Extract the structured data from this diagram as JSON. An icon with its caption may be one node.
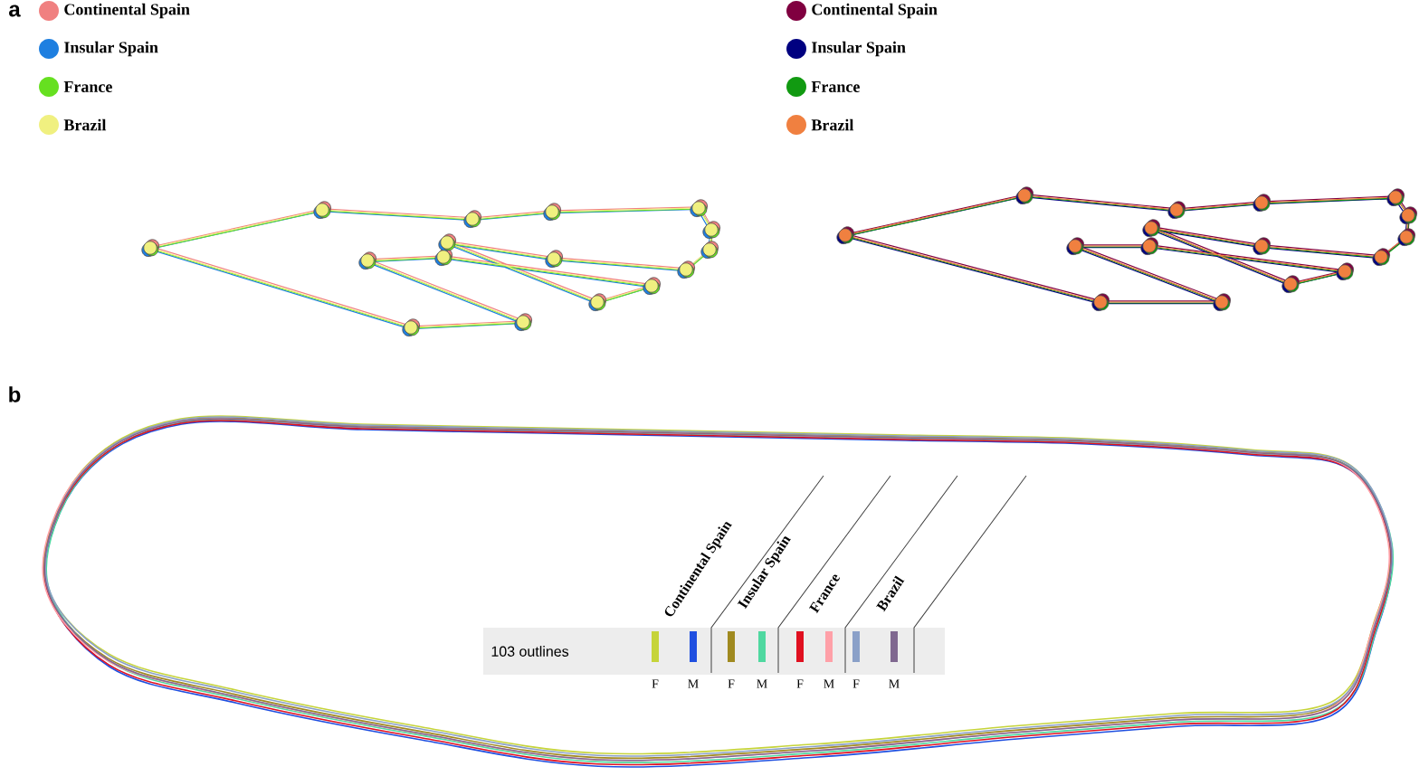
{
  "diagram": {
    "labels": [
      "a",
      "b",
      "103 outlines",
      "Continental Spain",
      "Insular Spain",
      "France",
      "Brazil"
    ],
    "legend": [
      {
        "text": "Continental Spain",
        "color": "#f08080"
      },
      {
        "text": "Insular Spain",
        "color": "#1e7fe0"
      },
      {
        "text": "France",
        "color": "#66e020"
      },
      {
        "text": "Brazil",
        "color": "#f0f080"
      },
      {
        "text": "Continental Spain",
        "color": "#800040"
      },
      {
        "text": "Insular Spain",
        "color": "#000080"
      },
      {
        "text": "France",
        "color": "#119a11"
      },
      {
        "text": "Brazil",
        "color": "#f08040"
      },
      {
        "text": "F",
        "color": "#c6d43a"
      },
      {
        "text": "M",
        "color": "#1f4fe0"
      },
      {
        "text": "F",
        "color": "#a08a20"
      },
      {
        "text": "M",
        "color": "#4fd8a0"
      },
      {
        "text": "F",
        "color": "#e01020"
      },
      {
        "text": "M",
        "color": "#ffa0a8"
      },
      {
        "text": "F",
        "color": "#8aa0c8"
      },
      {
        "text": "M",
        "color": "#806890"
      }
    ]
  }
}
